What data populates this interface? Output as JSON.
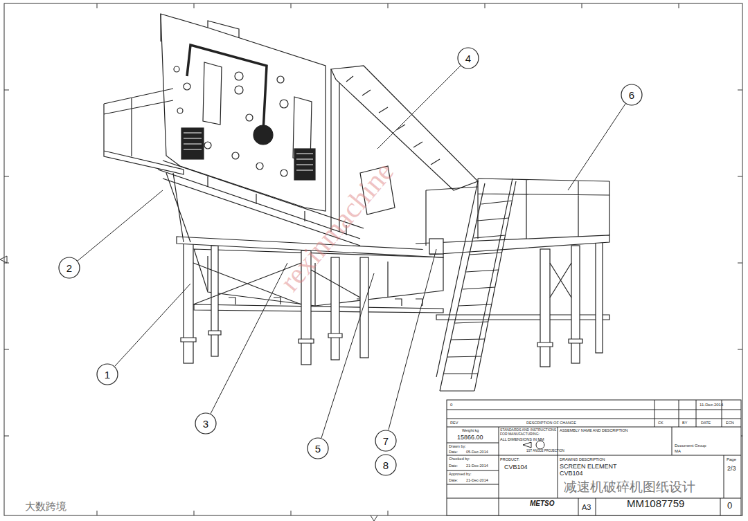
{
  "diagram": {
    "nodes": [
      {
        "text": [
          "1"
        ]
      },
      {
        "text": [
          "2"
        ]
      },
      {
        "text": [
          "3"
        ]
      },
      {
        "text": [
          "4"
        ]
      },
      {
        "text": [
          "5"
        ]
      },
      {
        "text": [
          "6"
        ]
      },
      {
        "text": [
          "7"
        ]
      },
      {
        "text": [
          "8"
        ]
      }
    ],
    "labels": [
      "0",
      "11-Dec-2014",
      "REV",
      "DESCRIPTION OF CHANGE",
      "CK",
      "BY",
      "DATE",
      "ECN",
      "Weight kg",
      "15866.00",
      "STANDARDS AND INSTRUCTIONS FOR MANUFACTURING:",
      "ALL DIMENSIONS IN MM",
      "1ST ANGLE PROJECTION",
      "ASSEMBLY NAME AND DESCRIPTION",
      "Document Group",
      "MA",
      "Drawn by:",
      "Date:",
      "05-Dec-2014",
      "Checked by:",
      "Date:",
      "21-Dec-2014",
      "Approved by:",
      "Date:",
      "21-Dec-2014",
      "PRODUCT:",
      "CVB104",
      "DRAWING DESCRIPTION",
      "SCREEN ELEMENT",
      "CVB104",
      "Page",
      "2/3",
      "METSO",
      "A3",
      "MM1087759",
      "0",
      "rexinmachine",
      "大数跨境",
      "减速机破碎机图纸设计"
    ]
  }
}
